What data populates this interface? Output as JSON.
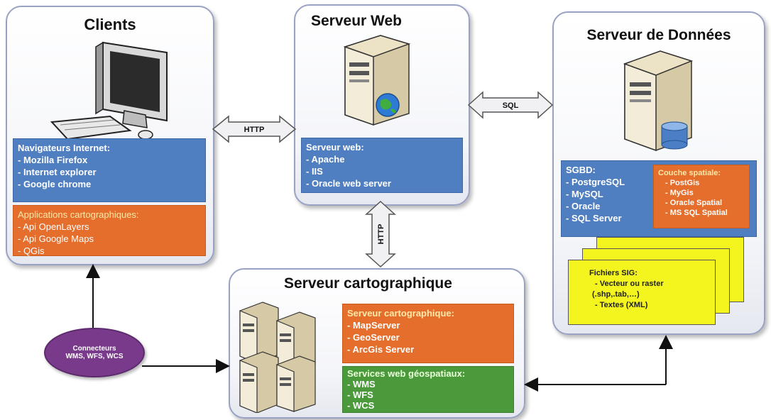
{
  "clients": {
    "title": "Clients",
    "browsers_header": "Navigateurs Internet:",
    "browsers": [
      "- Mozilla Firefox",
      "- Internet explorer",
      "- Google chrome"
    ],
    "apps_header": "Applications cartographiques:",
    "apps": [
      "- Api OpenLayers",
      "- Api Google Maps",
      "- QGis"
    ]
  },
  "web_server": {
    "title": "Serveur Web",
    "box_header": "Serveur web:",
    "items": [
      "- Apache",
      "- IIS",
      "- Oracle web server"
    ]
  },
  "data_server": {
    "title": "Serveur de Données",
    "sgbd_header": "SGBD:",
    "sgbd_items": [
      "- PostgreSQL",
      "- MySQL",
      "- Oracle",
      "- SQL Server"
    ],
    "spatial_header": "Couche spatiale:",
    "spatial_items": [
      "- PostGis",
      "- MyGis",
      "- Oracle Spatial",
      "- MS SQL Spatial"
    ],
    "files_header": "Fichiers SIG:",
    "files_items": [
      "- Vecteur ou raster",
      "(.shp,.tab,…)",
      "- Textes (XML)"
    ]
  },
  "map_server": {
    "title": "Serveur cartographique",
    "box_header": "Serveur cartographique:",
    "items": [
      "- MapServer",
      "- GeoServer",
      "- ArcGis Server"
    ],
    "services_header": "Services web géospatiaux:",
    "services": [
      "- WMS",
      "- WFS",
      "- WCS"
    ]
  },
  "connectors": {
    "line1": "Connecteurs",
    "line2": "WMS, WFS, WCS"
  },
  "arrows": {
    "http_clients_web": "HTTP",
    "sql": "SQL",
    "http_web_map": "HTTP"
  },
  "colors": {
    "blue": "#4f7ec1",
    "orange": "#e56e2c",
    "green": "#4a9a3c",
    "purple": "#7a3a8c",
    "yellow": "#f4f41f"
  }
}
